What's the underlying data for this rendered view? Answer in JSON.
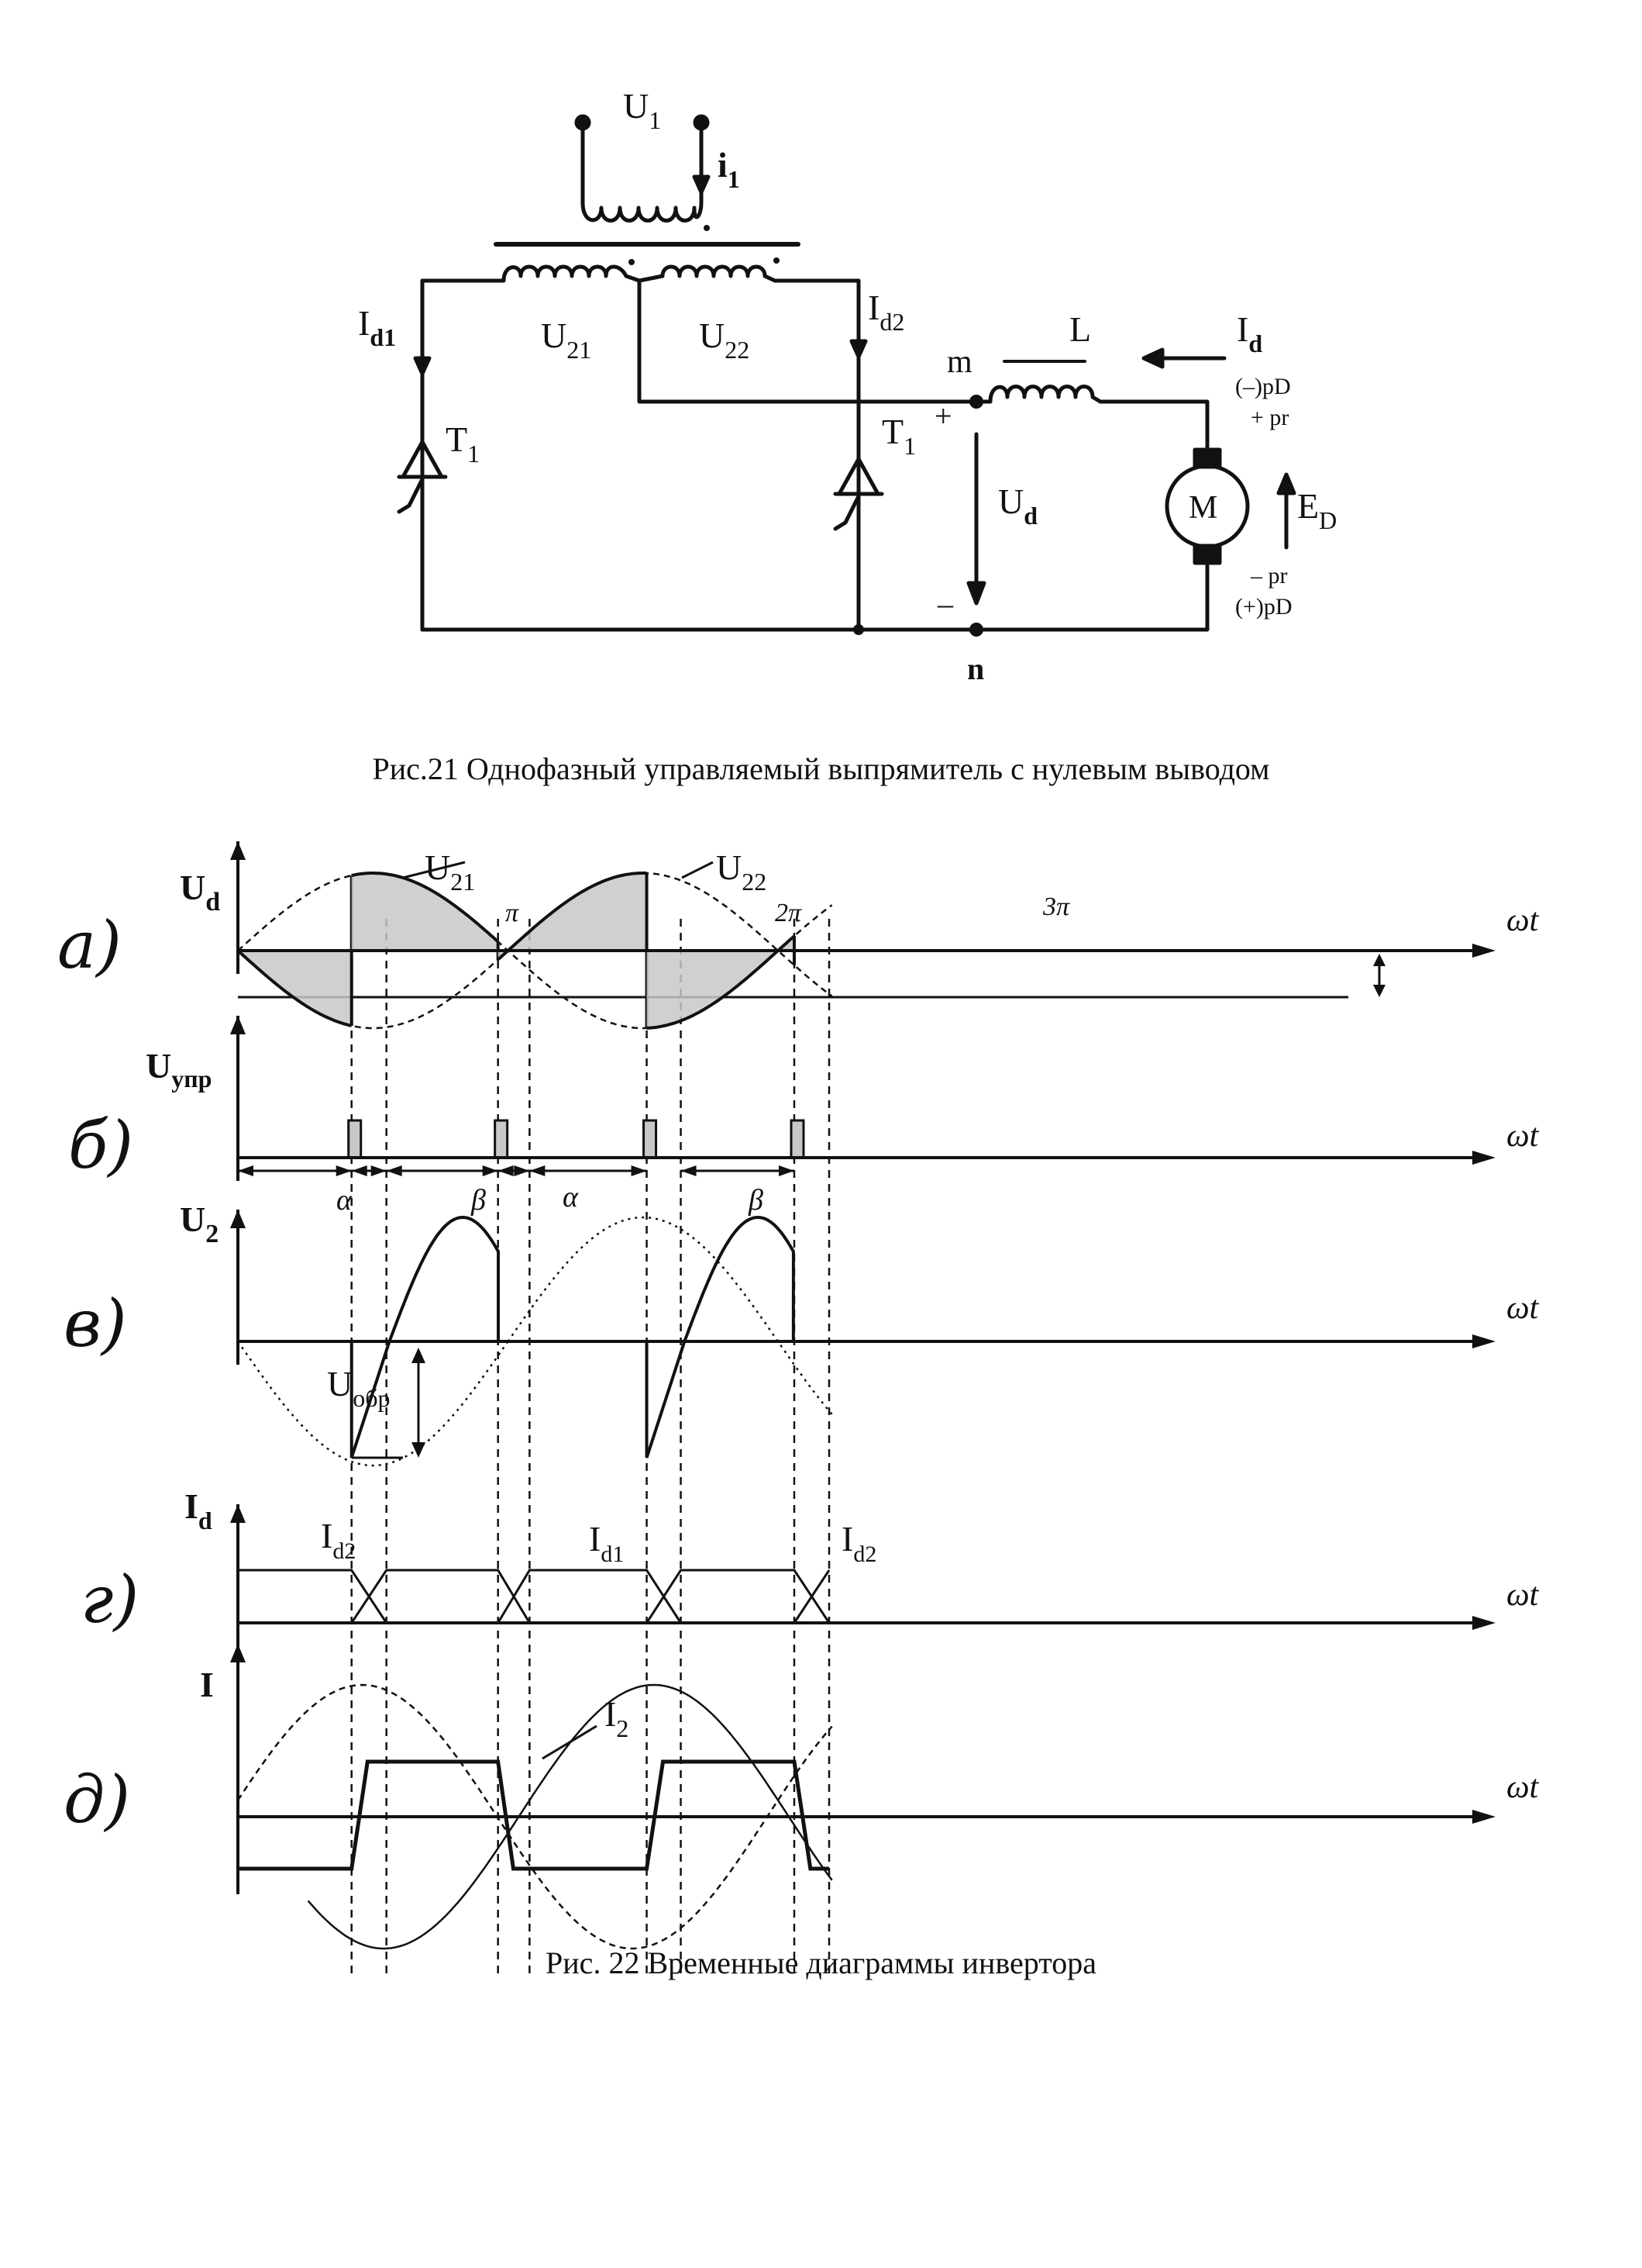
{
  "circuit": {
    "labels": {
      "u1": "U",
      "u1_sub": "1",
      "i1": "i",
      "i1_sub": "1",
      "id1": "I",
      "id1_sub": "d1",
      "id2": "I",
      "id2_sub": "d2",
      "u21": "U",
      "u21_sub": "21",
      "u22": "U",
      "u22_sub": "22",
      "t1_left": "T",
      "t1_left_sub": "1",
      "t1_right": "T",
      "t1_right_sub": "1",
      "node_m": "m",
      "node_n": "n",
      "inductor_l": "L",
      "id": "I",
      "id_sub": "d",
      "ud": "U",
      "ud_sub": "d",
      "plus": "+",
      "minus": "–",
      "motor": "M",
      "ed": "E",
      "ed_sub": "D",
      "top_pd": "(–)pD",
      "top_pr": "+ pr",
      "bot_pr": "– pr",
      "bot_pd": "(+)pD"
    },
    "caption": "Рис.21 Однофазный управляемый выпрямитель с нулевым выводом"
  },
  "timing": {
    "panels": [
      {
        "letter": "а)",
        "axis_label": "U",
        "axis_sub": "d",
        "x_label": "ωt"
      },
      {
        "letter": "б)",
        "axis_label": "U",
        "axis_sub": "упр",
        "x_label": "ωt"
      },
      {
        "letter": "в)",
        "axis_label": "U",
        "axis_sub": "2",
        "x_label": "ωt"
      },
      {
        "letter": "г)",
        "axis_label": "I",
        "axis_sub": "d",
        "x_label": "ωt"
      },
      {
        "letter": "д)",
        "axis_label": "I",
        "axis_sub": "",
        "x_label": "ωt"
      }
    ],
    "panel_a": {
      "u21": "U",
      "u21_sub": "21",
      "u22": "U",
      "u22_sub": "22",
      "pi": "π",
      "two_pi": "2π",
      "three_pi": "3π"
    },
    "panel_b": {
      "alpha": "α",
      "beta": "β"
    },
    "panel_v": {
      "u_obr": "U",
      "u_obr_sub": "обр"
    },
    "panel_g": {
      "id2": "I",
      "id2_sub": "d2",
      "id1": "I",
      "id1_sub": "d1"
    },
    "panel_d": {
      "i2": "I",
      "i2_sub": "2"
    },
    "caption": "Рис. 22 Временные диаграммы инвертора"
  },
  "colors": {
    "ink": "#111111",
    "shade": "#c8c8c8"
  }
}
